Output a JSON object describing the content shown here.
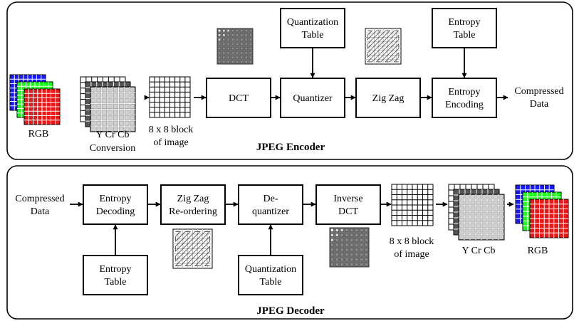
{
  "encoder": {
    "title": "JPEG Encoder",
    "rgb_label": "RGB",
    "ycrcb_label_line1": "Y Cr Cb",
    "ycrcb_label_line2": "Conversion",
    "block_label_line1": "8 x 8 block",
    "block_label_line2": "of image",
    "dct_label": "DCT",
    "quantizer_label": "Quantizer",
    "zigzag_label": "Zig Zag",
    "entropy_encoding_line1": "Entropy",
    "entropy_encoding_line2": "Encoding",
    "quant_table_line1": "Quantization",
    "quant_table_line2": "Table",
    "entropy_table_line1": "Entropy",
    "entropy_table_line2": "Table",
    "output_line1": "Compressed",
    "output_line2": "Data"
  },
  "decoder": {
    "title": "JPEG Decoder",
    "input_line1": "Compressed",
    "input_line2": "Data",
    "entropy_decoding_line1": "Entropy",
    "entropy_decoding_line2": "Decoding",
    "zigzag_line1": "Zig Zag",
    "zigzag_line2": "Re-ordering",
    "dequantizer_line1": "De-",
    "dequantizer_line2": "quantizer",
    "inverse_dct_line1": "Inverse",
    "inverse_dct_line2": "DCT",
    "block_label_line1": "8 x 8 block",
    "block_label_line2": "of image",
    "ycrcb_label": "Y Cr Cb",
    "rgb_label": "RGB",
    "entropy_table_line1": "Entropy",
    "entropy_table_line2": "Table",
    "quant_table_line1": "Quantization",
    "quant_table_line2": "Table"
  },
  "colors": {
    "rgb_blue": "#1a1aff",
    "rgb_green": "#1aff1a",
    "rgb_red": "#e81818",
    "ycc_dark": "#555555",
    "ycc_mid": "#9a9a9a",
    "ycc_light": "#d0d0d0",
    "dct_icon_bg": "#6e6e6e",
    "zigzag_line": "#444444"
  },
  "icons": {
    "rgb_stack": "rgb-channel-grid-stack-icon",
    "ycrcb_stack": "ycrcb-channel-grid-stack-icon",
    "block": "8x8-grid-icon",
    "dct_coeffs": "dct-coefficient-grid-icon",
    "zigzag": "zigzag-scan-pattern-icon"
  }
}
